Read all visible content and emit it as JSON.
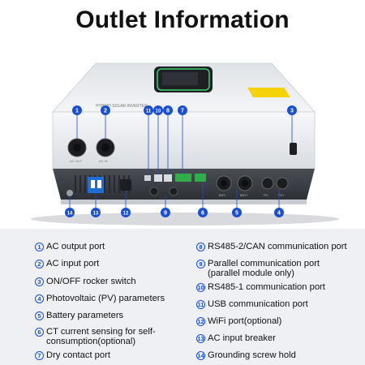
{
  "title": "Outlet Information",
  "product": {
    "label_text": "HYBRID SOLAR INVERTER",
    "port_labels": {
      "ac_output": "AC OUT",
      "ac_input": "AC IN",
      "bat_minus": "BAT-",
      "bat_plus": "BAT+",
      "pv_minus": "PV-",
      "pv_plus": "PV+"
    }
  },
  "callouts": [
    "1",
    "2",
    "3",
    "4",
    "5",
    "6",
    "7",
    "8",
    "9",
    "10",
    "11",
    "12",
    "13",
    "14"
  ],
  "legend": {
    "left": [
      {
        "num": "1",
        "text": "AC output port"
      },
      {
        "num": "2",
        "text": "AC input port"
      },
      {
        "num": "3",
        "text": "ON/OFF rocker switch"
      },
      {
        "num": "4",
        "text": "Photovoltaic (PV) parameters"
      },
      {
        "num": "5",
        "text": "Battery parameters"
      },
      {
        "num": "6",
        "text": "CT current sensing for self-",
        "text2": "consumption(optional)"
      },
      {
        "num": "7",
        "text": "Dry contact port"
      }
    ],
    "right": [
      {
        "num": "8",
        "text": "RS485-2/CAN communication port"
      },
      {
        "num": "9",
        "text": "Parallel communication port",
        "text2": "(parallel module only)"
      },
      {
        "num": "10",
        "text": "RS485-1 communication port"
      },
      {
        "num": "11",
        "text": "USB communication port"
      },
      {
        "num": "12",
        "text": "WiFi port(optional)"
      },
      {
        "num": "13",
        "text": "AC input breaker"
      },
      {
        "num": "14",
        "text": "Grounding screw hold"
      }
    ]
  },
  "colors": {
    "accent": "#1a4fd0",
    "legend_bg": "#eef0f3",
    "casing": "#e9ebee",
    "panel": "#3a3d42",
    "display_glow": "#3bd16f"
  }
}
